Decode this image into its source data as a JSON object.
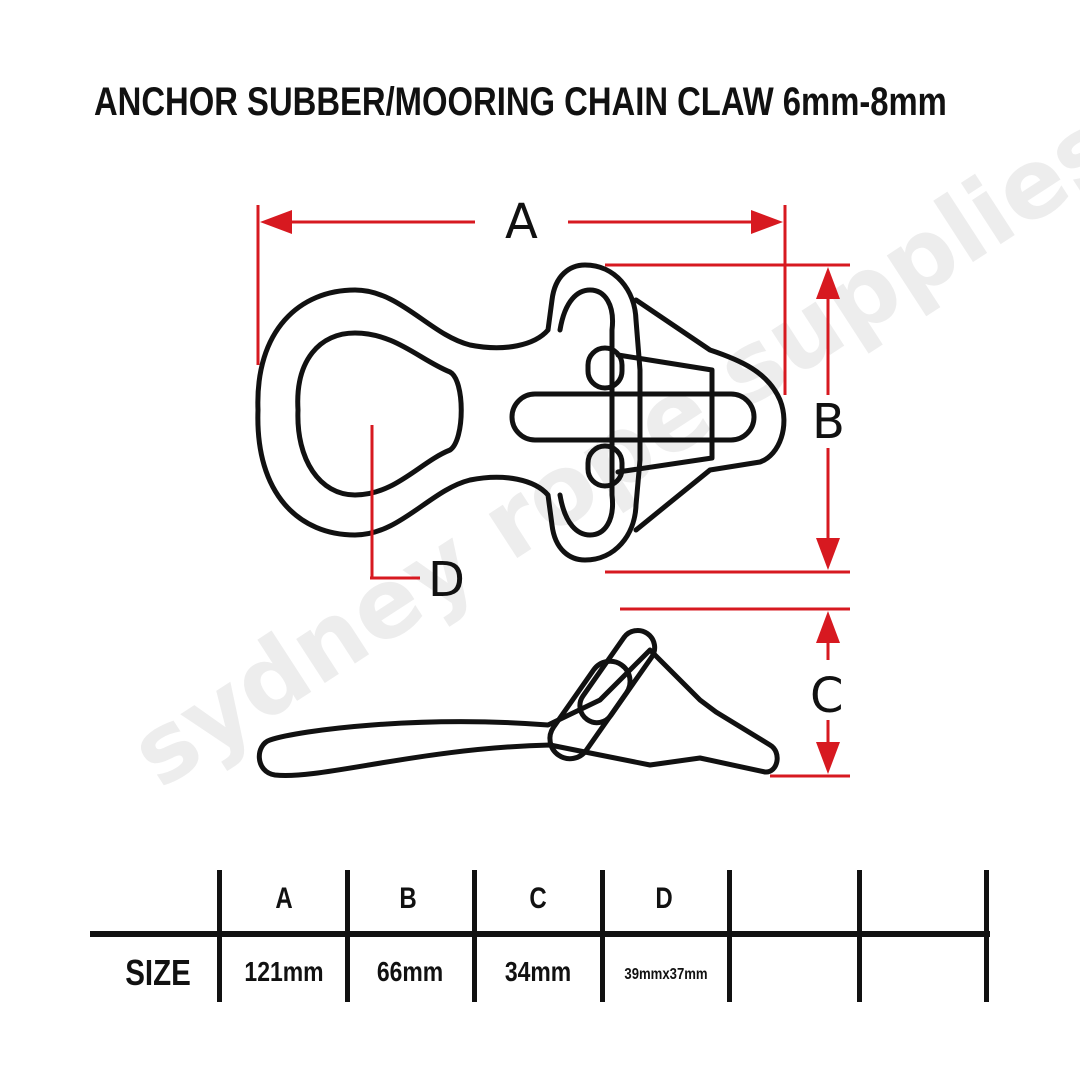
{
  "title": "ANCHOR SUBBER/MOORING CHAIN CLAW 6mm-8mm",
  "watermark": "sydney rope supplies",
  "dimension_labels": {
    "a": "A",
    "b": "B",
    "c": "C",
    "d": "D"
  },
  "table": {
    "row_label": "SIZE",
    "headers": [
      "A",
      "B",
      "C",
      "D"
    ],
    "values": [
      "121mm",
      "66mm",
      "34mm",
      "39mmx37mm"
    ]
  },
  "colors": {
    "dimension_line": "#d71920",
    "outline": "#111111",
    "watermark": "#ededed"
  }
}
